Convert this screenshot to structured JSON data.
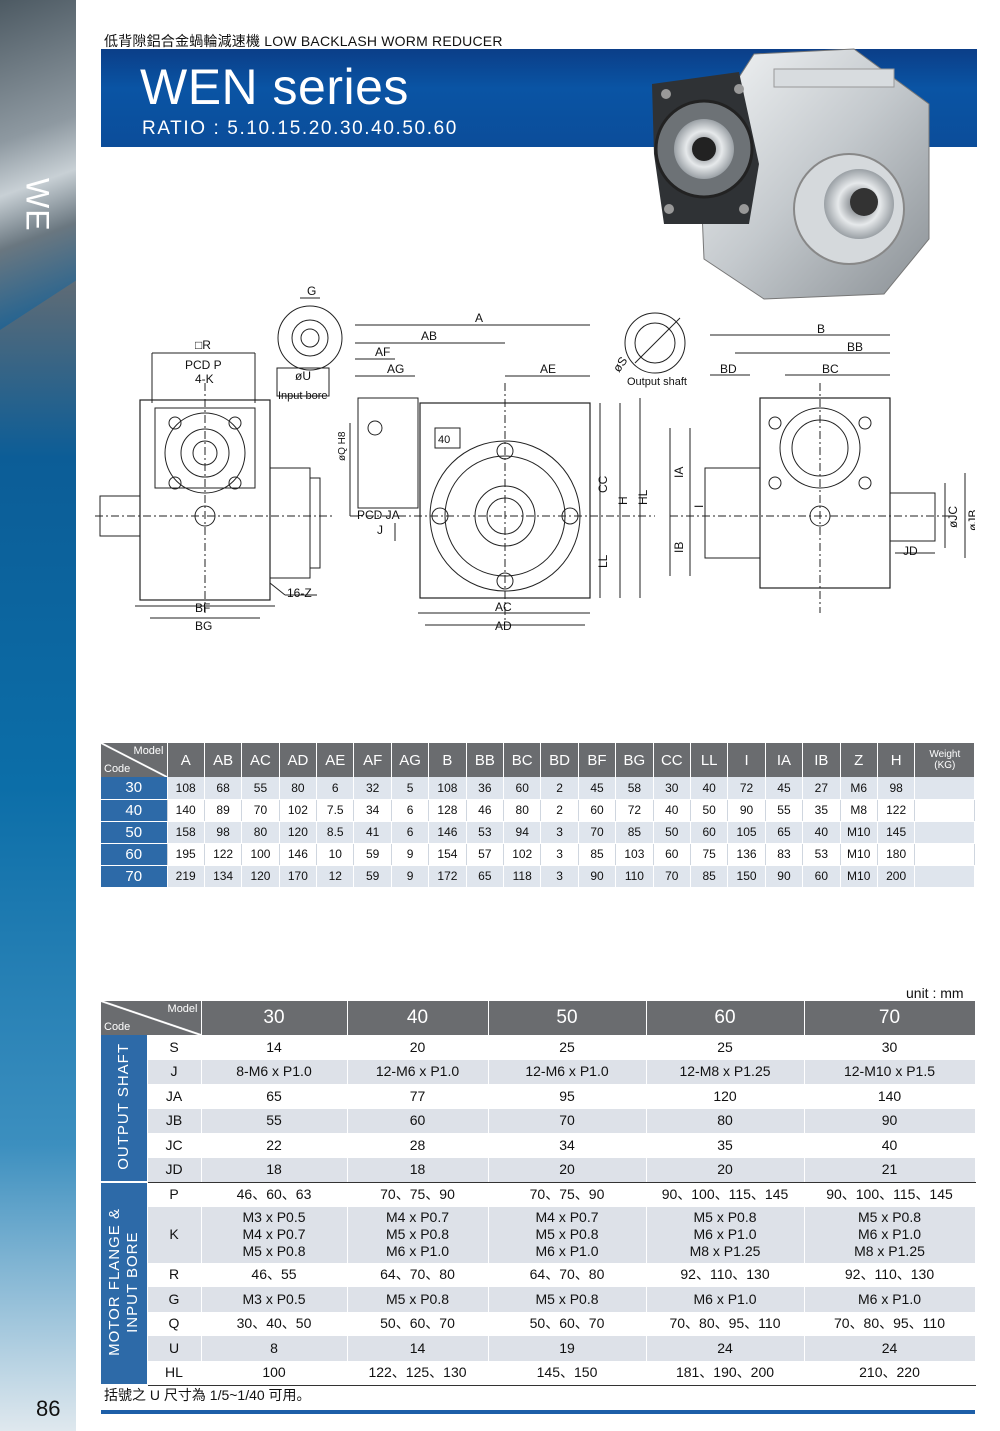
{
  "side_label": "WE",
  "page_number": "86",
  "subtitle": "低背隙鋁合金蝸輪減速機  LOW BACKLASH WORM REDUCER",
  "title": "WEN series",
  "ratio": "RATIO : 5.10.15.20.30.40.50.60",
  "drawing_labels": {
    "g": "G",
    "r": "□R",
    "pcd_p": "PCD P",
    "k4": "4-K",
    "u": "øU",
    "input_bore": "Input bore",
    "q": "øQ H8",
    "z16": "16-Z",
    "bf": "BF",
    "bg": "BG",
    "a": "A",
    "ab": "AB",
    "af": "AF",
    "ag": "AG",
    "ae": "AE",
    "s": "øS",
    "output_shaft": "Output shaft",
    "pcd_ja": "PCD JA",
    "j": "J",
    "n40": "40",
    "cc": "CC",
    "h": "H",
    "hl": "HL",
    "ll": "LL",
    "ac": "AC",
    "ad": "AD",
    "b": "B",
    "bb": "BB",
    "bd": "BD",
    "bc": "BC",
    "ia": "IA",
    "i": "I",
    "ib": "IB",
    "jc": "øJC",
    "jb": "øJB",
    "jd": "JD"
  },
  "table1": {
    "corner_model": "Model",
    "corner_code": "Code",
    "columns": [
      "A",
      "AB",
      "AC",
      "AD",
      "AE",
      "AF",
      "AG",
      "B",
      "BB",
      "BC",
      "BD",
      "BF",
      "BG",
      "CC",
      "LL",
      "I",
      "IA",
      "IB",
      "Z",
      "H"
    ],
    "weight_header": [
      "Weight",
      "(KG)"
    ],
    "rows": [
      {
        "code": "30",
        "values": [
          "108",
          "68",
          "55",
          "80",
          "6",
          "32",
          "5",
          "108",
          "36",
          "60",
          "2",
          "45",
          "58",
          "30",
          "40",
          "72",
          "45",
          "27",
          "M6",
          "98",
          ""
        ]
      },
      {
        "code": "40",
        "values": [
          "140",
          "89",
          "70",
          "102",
          "7.5",
          "34",
          "6",
          "128",
          "46",
          "80",
          "2",
          "60",
          "72",
          "40",
          "50",
          "90",
          "55",
          "35",
          "M8",
          "122",
          ""
        ]
      },
      {
        "code": "50",
        "values": [
          "158",
          "98",
          "80",
          "120",
          "8.5",
          "41",
          "6",
          "146",
          "53",
          "94",
          "3",
          "70",
          "85",
          "50",
          "60",
          "105",
          "65",
          "40",
          "M10",
          "145",
          ""
        ]
      },
      {
        "code": "60",
        "values": [
          "195",
          "122",
          "100",
          "146",
          "10",
          "59",
          "9",
          "154",
          "57",
          "102",
          "3",
          "85",
          "103",
          "60",
          "75",
          "136",
          "83",
          "53",
          "M10",
          "180",
          ""
        ]
      },
      {
        "code": "70",
        "values": [
          "219",
          "134",
          "120",
          "170",
          "12",
          "59",
          "9",
          "172",
          "65",
          "118",
          "3",
          "90",
          "110",
          "70",
          "85",
          "150",
          "90",
          "60",
          "M10",
          "200",
          ""
        ]
      }
    ]
  },
  "unit": "unit : mm",
  "table2": {
    "corner_model": "Model",
    "corner_code": "Code",
    "models": [
      "30",
      "40",
      "50",
      "60",
      "70"
    ],
    "group_output": "OUTPUT  SHAFT",
    "group_motor": "MOTOR  FLANGE &\nINPUT  BORE",
    "output_rows": [
      {
        "label": "S",
        "values": [
          "14",
          "20",
          "25",
          "25",
          "30"
        ]
      },
      {
        "label": "J",
        "values": [
          "8-M6 x P1.0",
          "12-M6 x P1.0",
          "12-M6 x P1.0",
          "12-M8 x P1.25",
          "12-M10 x P1.5"
        ]
      },
      {
        "label": "JA",
        "values": [
          "65",
          "77",
          "95",
          "120",
          "140"
        ]
      },
      {
        "label": "JB",
        "values": [
          "55",
          "60",
          "70",
          "80",
          "90"
        ]
      },
      {
        "label": "JC",
        "values": [
          "22",
          "28",
          "34",
          "35",
          "40"
        ]
      },
      {
        "label": "JD",
        "values": [
          "18",
          "18",
          "20",
          "20",
          "21"
        ]
      }
    ],
    "motor_rows": [
      {
        "label": "P",
        "values": [
          "46、60、63",
          "70、75、90",
          "70、75、90",
          "90、100、115、145",
          "90、100、115、145"
        ]
      },
      {
        "label": "K",
        "values": [
          "M3 x P0.5\nM4 x P0.7\nM5 x P0.8",
          "M4 x P0.7\nM5 x P0.8\nM6 x P1.0",
          "M4 x P0.7\nM5 x P0.8\nM6 x P1.0",
          "M5 x P0.8\nM6 x P1.0\nM8 x P1.25",
          "M5 x P0.8\nM6 x P1.0\nM8 x P1.25"
        ]
      },
      {
        "label": "R",
        "values": [
          "46、55",
          "64、70、80",
          "64、70、80",
          "92、110、130",
          "92、110、130"
        ]
      },
      {
        "label": "G",
        "values": [
          "M3 x P0.5",
          "M5 x P0.8",
          "M5 x P0.8",
          "M6 x P1.0",
          "M6 x P1.0"
        ]
      },
      {
        "label": "Q",
        "values": [
          "30、40、50",
          "50、60、70",
          "50、60、70",
          "70、80、95、110",
          "70、80、95、110"
        ]
      },
      {
        "label": "U",
        "values": [
          "8",
          "14",
          "19",
          "24",
          "24"
        ]
      },
      {
        "label": "HL",
        "values": [
          "100",
          "122、125、130",
          "145、150",
          "181、190、200",
          "210、220"
        ]
      }
    ]
  },
  "footnote": "括號之 U 尺寸為 1/5~1/40 可用。"
}
